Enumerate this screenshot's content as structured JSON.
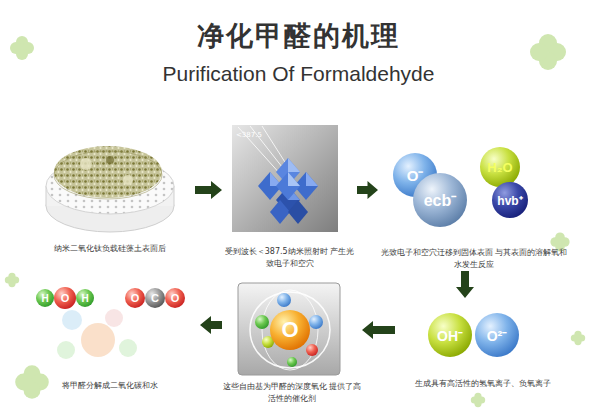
{
  "diagram": {
    "title": "净化甲醛的机理",
    "nodes": [
      {
        "text": [
          "纳米二氧化钛负载硅藻土表面后"
        ]
      },
      {
        "text": [
          "受到波长＜387.5纳米照射时 产生光致电子和空穴"
        ]
      },
      {
        "text": [
          "光致电子和空穴迁移到固体表面 与其表面的溶解氧和水发生反应"
        ]
      },
      {
        "text": [
          "O⁻"
        ],
        "in": 2
      },
      {
        "text": [
          "ecb⁻"
        ],
        "in": 2
      },
      {
        "text": [
          "H₂O"
        ],
        "in": 2
      },
      {
        "text": [
          "hvb⁺"
        ],
        "in": 2
      },
      {
        "text": [
          "生成具有高活性的氢氧离子、负氧离子"
        ]
      },
      {
        "text": [
          "OH⁻"
        ],
        "in": 7
      },
      {
        "text": [
          "O²⁻"
        ],
        "in": 7
      },
      {
        "text": [
          "这些自由基为甲醛的深度氧化 提供了高活性的催化剂"
        ]
      },
      {
        "text": [
          "O"
        ],
        "in": 10
      },
      {
        "text": [
          "将甲醛分解成二氧化碳和水"
        ]
      },
      {
        "text": [
          "H"
        ],
        "in": 12
      },
      {
        "text": [
          "O"
        ],
        "in": 12
      },
      {
        "text": [
          "H"
        ],
        "in": 12
      },
      {
        "text": [
          "O"
        ],
        "in": 12
      },
      {
        "text": [
          "C"
        ],
        "in": 12
      },
      {
        "text": [
          "O"
        ],
        "in": 12
      }
    ],
    "edges": [
      {
        "from": 0,
        "to": 1,
        "arrow": "to"
      },
      {
        "from": 1,
        "to": 2,
        "arrow": "to"
      },
      {
        "from": 2,
        "to": 7,
        "arrow": "to"
      },
      {
        "from": 7,
        "to": 10,
        "arrow": "to"
      },
      {
        "from": 10,
        "to": 12,
        "arrow": "to"
      }
    ],
    "labels": [
      "Purification Of Formaldehyde",
      "<387.5"
    ]
  }
}
